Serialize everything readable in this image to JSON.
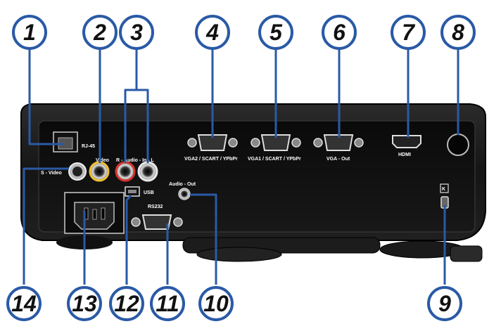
{
  "diagram": {
    "callouts": [
      {
        "id": "1",
        "label": "1"
      },
      {
        "id": "2",
        "label": "2"
      },
      {
        "id": "3",
        "label": "3"
      },
      {
        "id": "4",
        "label": "4"
      },
      {
        "id": "5",
        "label": "5"
      },
      {
        "id": "6",
        "label": "6"
      },
      {
        "id": "7",
        "label": "7"
      },
      {
        "id": "8",
        "label": "8"
      },
      {
        "id": "9",
        "label": "9"
      },
      {
        "id": "10",
        "label": "10"
      },
      {
        "id": "11",
        "label": "11"
      },
      {
        "id": "12",
        "label": "12"
      },
      {
        "id": "13",
        "label": "13"
      },
      {
        "id": "14",
        "label": "14"
      }
    ],
    "port_labels": {
      "rj45": "RJ-45",
      "video": "Video",
      "audio_in": "R - Audio - In - L",
      "vga2": "VGA2 / SCART / YPbPr",
      "vga1": "VGA1 / SCART / YPbPr",
      "vga_out": "VGA - Out",
      "hdmi": "HDMI",
      "svideo": "S - Video",
      "usb": "USB",
      "audio_out": "Audio - Out",
      "rs232": "RS232",
      "kensington": "K"
    },
    "colors": {
      "callout_fill": "#ffffff",
      "callout_stroke": "#2a5aa6",
      "leader_line": "#2a5aa6",
      "body": "#1a1a1a",
      "panel": "#0e0e0e",
      "port_yellow": "#f2c12e",
      "port_white": "#e8e8e8",
      "port_red": "#d8342b"
    }
  }
}
